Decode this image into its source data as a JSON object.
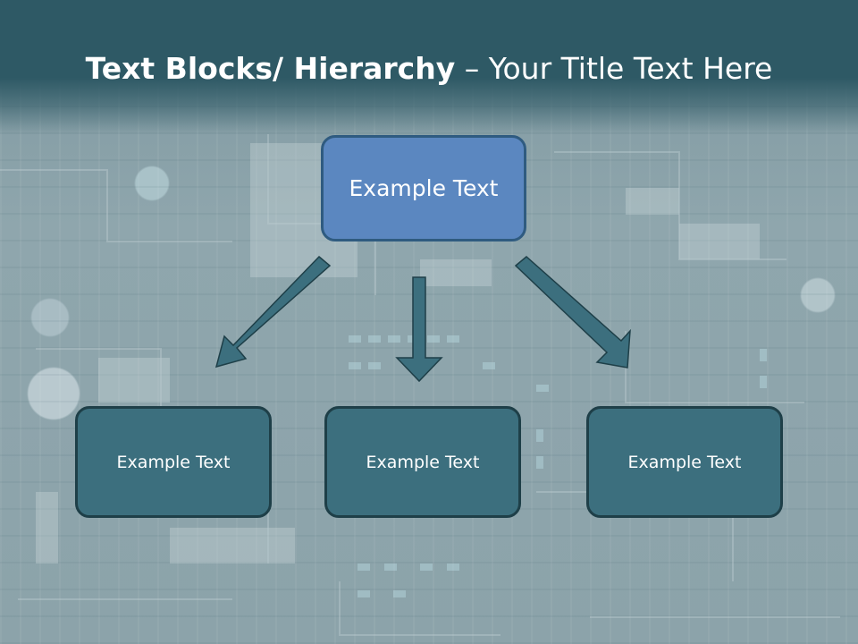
{
  "slide": {
    "title_bold": "Text Blocks/ Hierarchy",
    "title_separator": " – ",
    "title_normal": "Your Title Text Here"
  },
  "hierarchy": {
    "root": {
      "label": "Example Text"
    },
    "children": [
      {
        "label": "Example Text"
      },
      {
        "label": "Example Text"
      },
      {
        "label": "Example Text"
      }
    ]
  },
  "colors": {
    "title_bar": "#2e5965",
    "root_fill": "#5b87c0",
    "root_border": "#2f5b80",
    "child_fill": "#3c6f7e",
    "child_border": "#1e3f48",
    "arrow": "#3c6f7e"
  }
}
